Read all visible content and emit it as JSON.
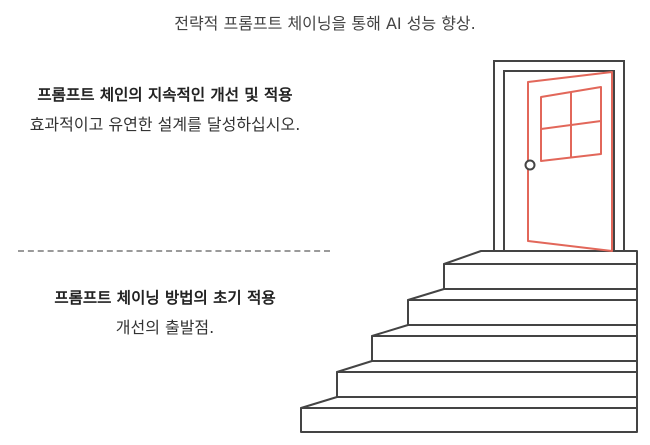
{
  "title": "전략적 프롬프트 체이닝을 통해 AI 성능 향상.",
  "top_section": {
    "heading": "프롬프트 체인의 지속적인 개선 및 적용",
    "description": "효과적이고 유연한 설계를 달성하십시오."
  },
  "bottom_section": {
    "heading": "프롬프트 체이닝 방법의 초기 적용",
    "description": "개선의 출발점."
  },
  "colors": {
    "line": "#444444",
    "door_accent": "#e2675a",
    "divider": "#9a9a9a"
  }
}
